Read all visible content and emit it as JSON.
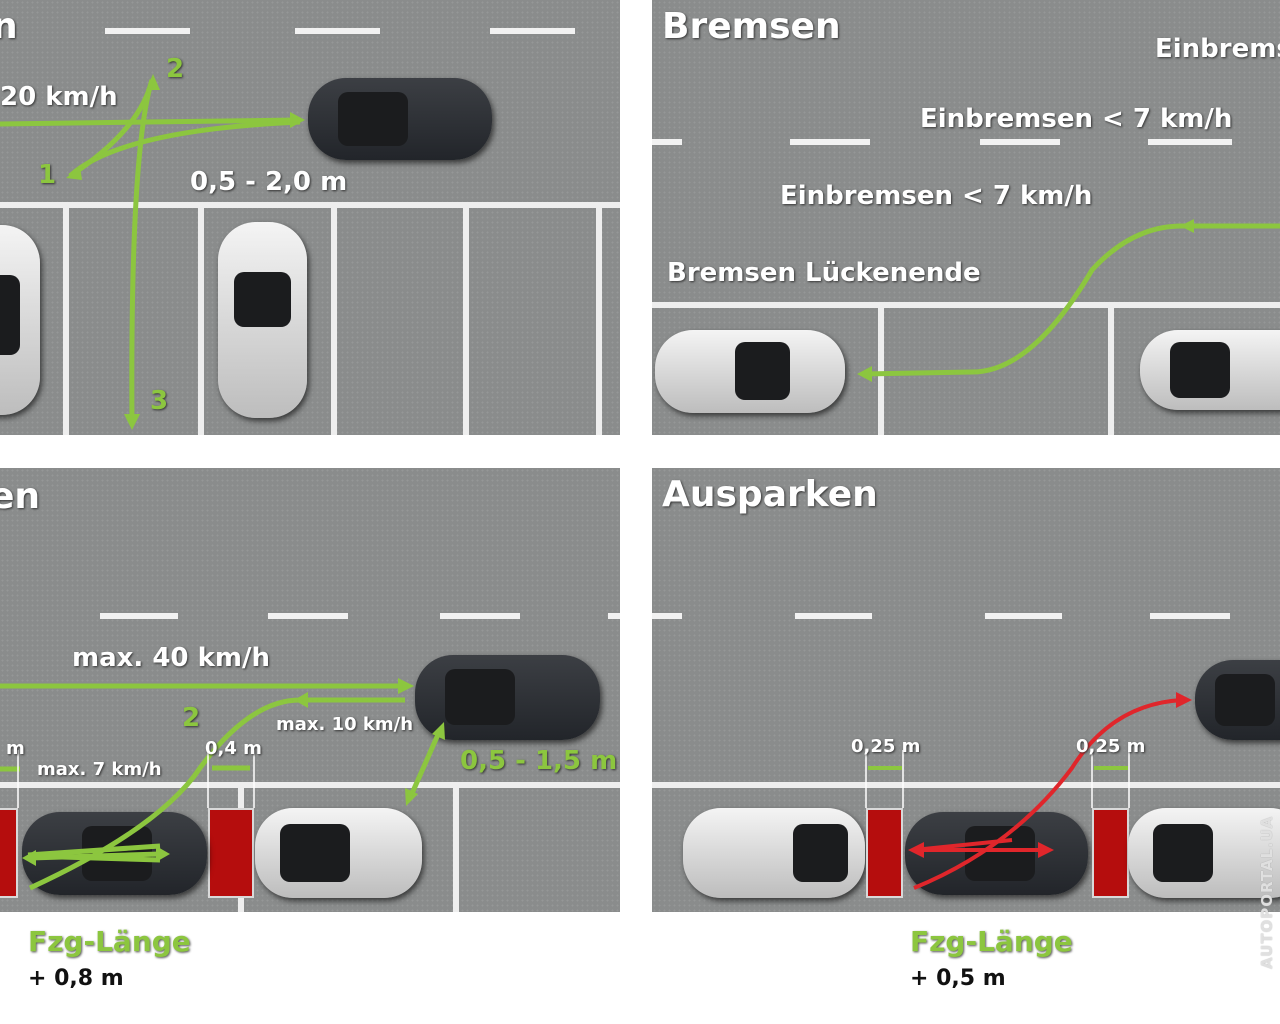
{
  "panels": {
    "top_left": {
      "title": "n",
      "speed": "20 km/h",
      "step1": "1",
      "step2": "2",
      "step3": "3",
      "distance": "0,5 - 2,0 m"
    },
    "top_right": {
      "title": "Bremsen",
      "label_top": "Einbrems",
      "label_mid": "Einbremsen < 7 km/h",
      "label_low": "Einbremsen < 7 km/h",
      "label_end": "Bremsen Lückenende"
    },
    "bottom_left": {
      "title": "en",
      "speed_max": "max. 40 km/h",
      "step2": "2",
      "speed_10": "max. 10 km/h",
      "gap_left": "m",
      "speed_7": "max. 7 km/h",
      "gap": "0,4 m",
      "distance": "0,5 - 1,5 m",
      "length_label": "Fzg-Länge",
      "length_extra": "+ 0,8 m"
    },
    "bottom_right": {
      "title": "Ausparken",
      "gap_left": "0,25 m",
      "gap_right": "0,25 m",
      "length_label": "Fzg-Länge",
      "length_extra": "+ 0,5 m"
    }
  },
  "watermark": "AUTOPORTAL.UA",
  "colors": {
    "green": "#8cc63f",
    "red": "#e0262b",
    "block": "#b50d0d"
  }
}
